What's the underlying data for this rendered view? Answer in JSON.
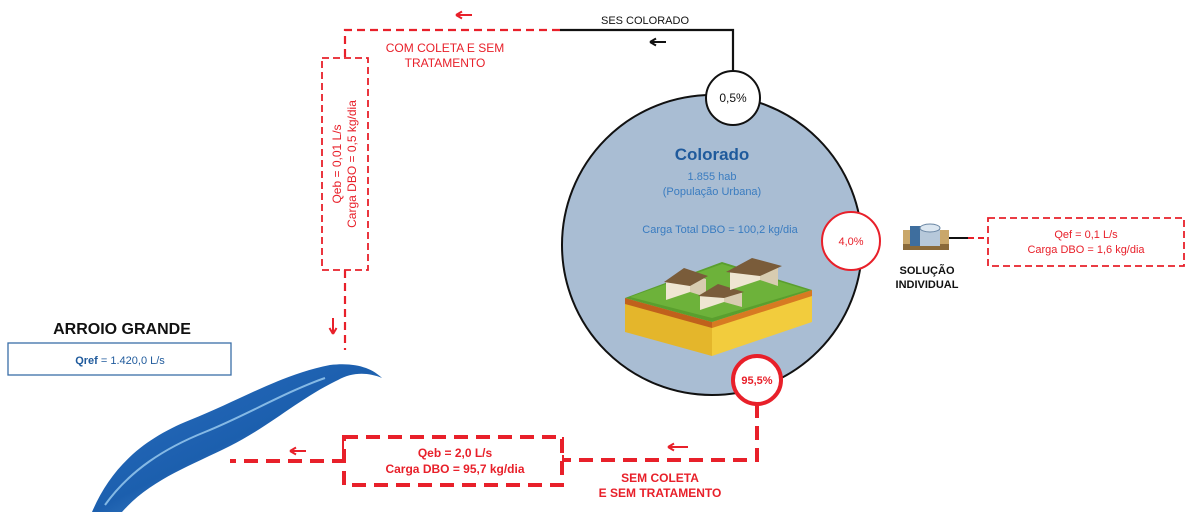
{
  "outflow_top": {
    "system_name": "SES COLORADO",
    "label_line1": "COM COLETA E SEM",
    "label_line2": "TRATAMENTO",
    "percent": "0,5%",
    "flow": "Qeb = 0,01 L/s",
    "load": "Carga DBO = 0,5 kg/dia"
  },
  "city": {
    "name": "Colorado",
    "population": "1.855 hab",
    "population_note": "(População Urbana)",
    "total_load": "Carga Total DBO = 100,2 kg/dia"
  },
  "individual": {
    "percent": "4,0%",
    "label_line1": "SOLUÇÃO",
    "label_line2": "INDIVIDUAL",
    "flow": "Qef = 0,1 L/s",
    "load": "Carga DBO = 1,6 kg/dia"
  },
  "outflow_bottom": {
    "percent": "95,5%",
    "flow": "Qeb = 2,0 L/s",
    "load": "Carga DBO = 95,7 kg/dia",
    "label_line1": "SEM COLETA",
    "label_line2": "E SEM TRATAMENTO"
  },
  "river": {
    "name": "ARROIO GRANDE",
    "qref_label": "Qref",
    "qref_value": " = 1.420,0 L/s"
  },
  "colors": {
    "red": "#e8202a",
    "city_fill": "#a9bdd3",
    "city_title": "#1f5a9c",
    "city_text": "#3a7cc0",
    "river": "#1c5fae"
  }
}
